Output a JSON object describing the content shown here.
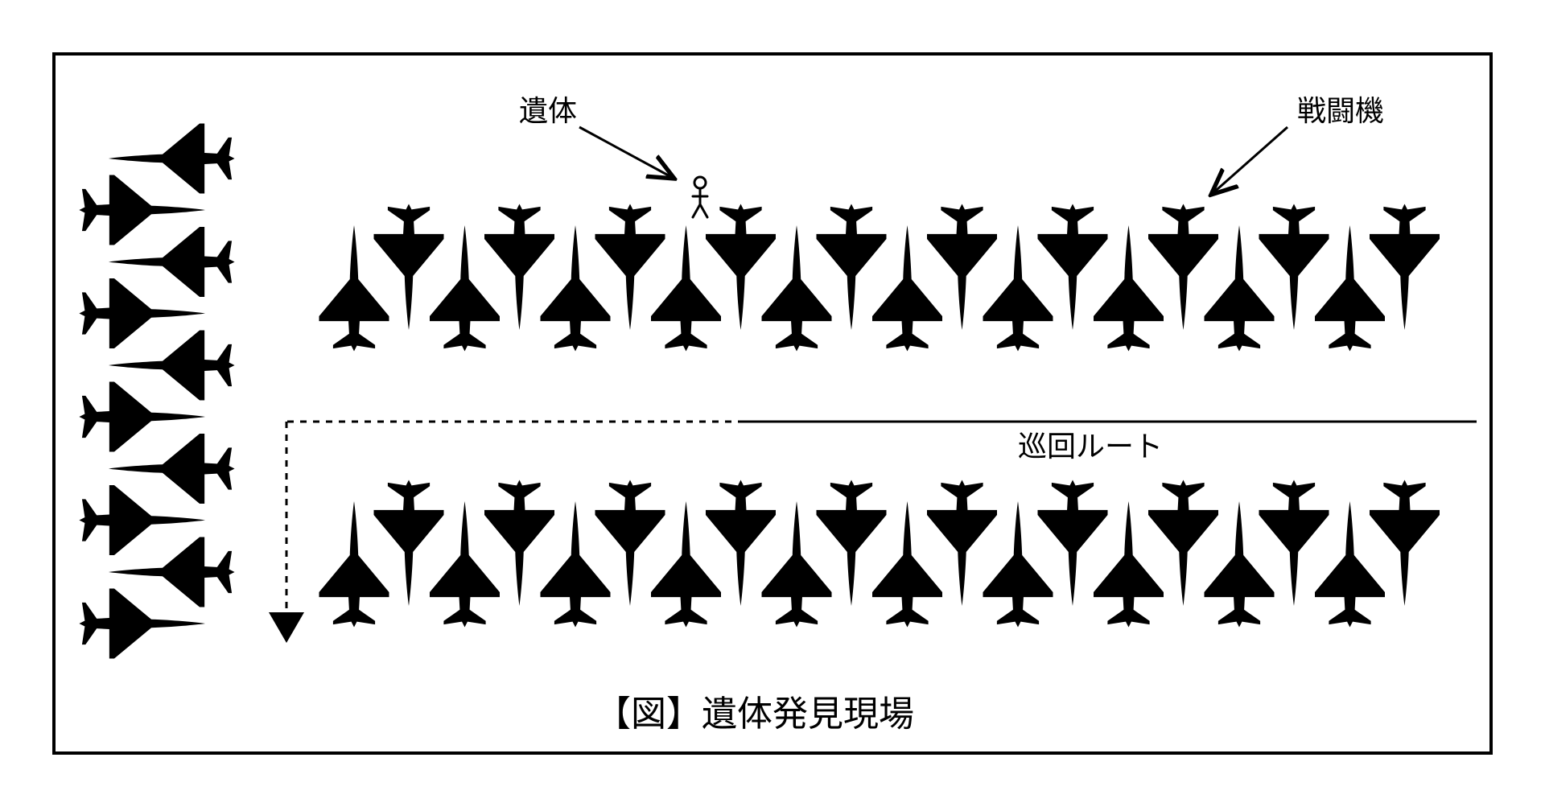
{
  "labels": {
    "body": "遺体",
    "fighter": "戦闘機",
    "patrol_route": "巡回ルート",
    "caption": "【図】遺体発見現場"
  },
  "colors": {
    "ink": "#000000",
    "background": "#ffffff"
  },
  "icons": {
    "aircraft": "fighter-jet-icon",
    "person": "stick-figure-icon",
    "route_end": "triangle-down-icon"
  },
  "formation": {
    "upper_row_pairs": 10,
    "lower_row_pairs": 10,
    "left_column_pairs": 5
  }
}
